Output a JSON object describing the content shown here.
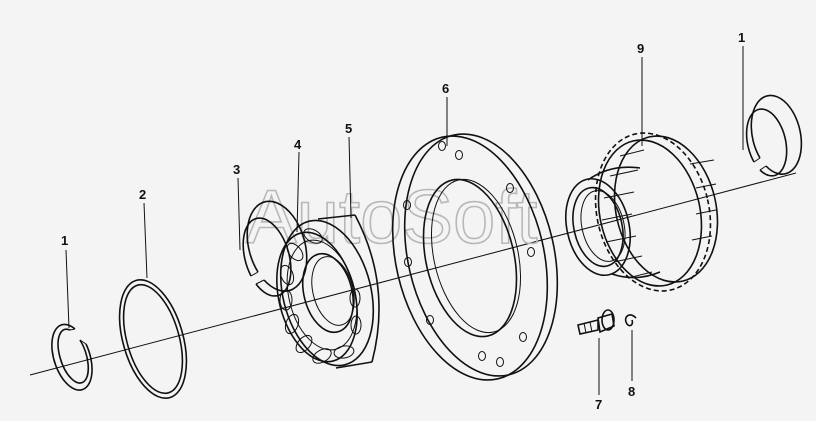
{
  "watermark": "AutoSoft",
  "callouts": {
    "snap_ring_left": "1",
    "shim_ring": "2",
    "retaining_ring": "3",
    "bearing": "4",
    "bearing_race": "5",
    "flange": "6",
    "bolt": "7",
    "washer": "8",
    "gear": "9",
    "snap_ring_right": "1"
  }
}
